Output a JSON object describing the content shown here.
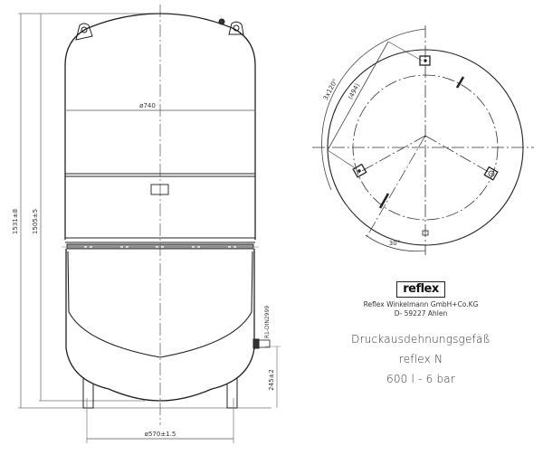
{
  "drawing": {
    "front_view": {
      "dimensions": {
        "overall_height": "1531±8",
        "body_height": "1505±5",
        "diameter": "ø740",
        "foot_circle": "ø570±1.5",
        "connection_height": "245±2",
        "connection_label": "R1-DIN2999"
      }
    },
    "top_view": {
      "dimensions": {
        "foot_angle": "3x120°",
        "foot_distance": "(494)",
        "offset_angle": "30°"
      }
    }
  },
  "title_block": {
    "logo": "reflex",
    "company": "Reflex Winkelmann GmbH+Co.KG",
    "address": "D- 59227 Ahlen",
    "product_type": "Druckausdehnungsgefäß",
    "model": "reflex N",
    "spec": "600 l - 6 bar"
  },
  "colors": {
    "line": "#222222",
    "dim_line": "#777777",
    "background": "#ffffff"
  }
}
